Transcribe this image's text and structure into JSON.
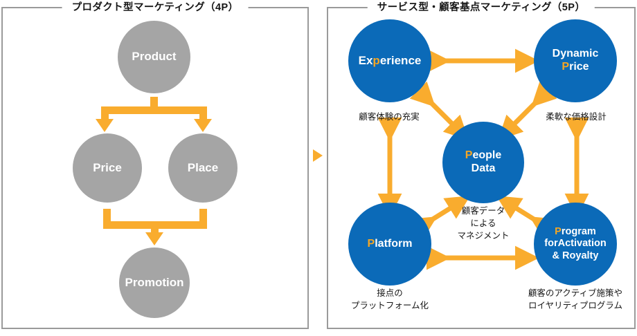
{
  "colors": {
    "gray_circle": "#a5a5a5",
    "blue_circle": "#0b6ab8",
    "orange_accent": "#f9ac2e",
    "panel_border": "#9a9a9a",
    "text_dark": "#161616",
    "white": "#ffffff"
  },
  "left_panel": {
    "title": "プロダクト型マーケティング（4P）",
    "nodes": [
      {
        "id": "product",
        "label": "Product"
      },
      {
        "id": "price",
        "label": "Price"
      },
      {
        "id": "place",
        "label": "Place"
      },
      {
        "id": "promotion",
        "label": "Promotion"
      }
    ],
    "flow": [
      {
        "from": "product",
        "to": [
          "price",
          "place"
        ],
        "style": "split-down-arrow"
      },
      {
        "from": [
          "price",
          "place"
        ],
        "to": "promotion",
        "style": "merge-down-arrow"
      }
    ]
  },
  "transition": {
    "icon": "play-triangle-icon"
  },
  "right_panel": {
    "title": "サービス型・顧客基点マーケティング（5P）",
    "nodes": [
      {
        "id": "experience",
        "label_parts": [
          {
            "text": "Ex",
            "accent": false
          },
          {
            "text": "p",
            "accent": true
          },
          {
            "text": "erience",
            "accent": false
          }
        ],
        "plain_label": "Experience",
        "caption": "顧客体験の充実"
      },
      {
        "id": "dynamic-price",
        "label_parts": [
          {
            "text": "Dynamic",
            "accent": false
          },
          {
            "text": "\n",
            "accent": false
          },
          {
            "text": "P",
            "accent": true
          },
          {
            "text": "rice",
            "accent": false
          }
        ],
        "plain_label": "Dynamic Price",
        "caption": "柔軟な価格設計"
      },
      {
        "id": "people-data",
        "label_parts": [
          {
            "text": "P",
            "accent": true
          },
          {
            "text": "eople",
            "accent": false
          },
          {
            "text": "\n",
            "accent": false
          },
          {
            "text": "Data",
            "accent": false
          }
        ],
        "plain_label": "People Data",
        "caption": "顧客データ\nによる\nマネジメント"
      },
      {
        "id": "platform",
        "label_parts": [
          {
            "text": "P",
            "accent": true
          },
          {
            "text": "latform",
            "accent": false
          }
        ],
        "plain_label": "Platform",
        "caption": "接点の\nプラットフォーム化"
      },
      {
        "id": "program-for-activation",
        "label_parts": [
          {
            "text": "P",
            "accent": true
          },
          {
            "text": "rogram",
            "accent": false
          },
          {
            "text": "\n",
            "accent": false
          },
          {
            "text": "forActivation",
            "accent": false
          },
          {
            "text": "\n",
            "accent": false
          },
          {
            "text": "& Royalty",
            "accent": false
          }
        ],
        "plain_label": "Program forActivation & Royalty",
        "caption": "顧客のアクティブ施策や\nロイヤリティプログラム"
      }
    ],
    "connections": [
      {
        "from": "experience",
        "to": "dynamic-price",
        "style": "double-headed"
      },
      {
        "from": "experience",
        "to": "people-data",
        "style": "double-headed"
      },
      {
        "from": "dynamic-price",
        "to": "people-data",
        "style": "double-headed"
      },
      {
        "from": "platform",
        "to": "people-data",
        "style": "double-headed"
      },
      {
        "from": "program-for-activation",
        "to": "people-data",
        "style": "double-headed"
      },
      {
        "from": "experience",
        "to": "platform",
        "style": "double-headed"
      },
      {
        "from": "dynamic-price",
        "to": "program-for-activation",
        "style": "double-headed"
      },
      {
        "from": "platform",
        "to": "program-for-activation",
        "style": "double-headed"
      }
    ]
  }
}
